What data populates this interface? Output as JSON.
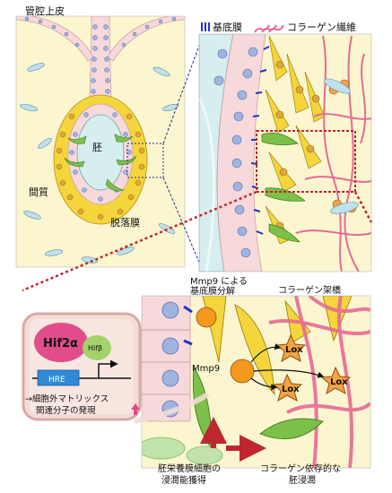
{
  "top_panel": {
    "label_lumen_epithelium": "管腔上皮",
    "label_embryo": "胚",
    "label_stroma": "間質",
    "label_decidua": "脱落膜"
  },
  "legend": {
    "basement_membrane": "基底膜",
    "collagen_fiber": "コラーゲン繊維"
  },
  "bottom_panel": {
    "label_mmp9_degradation_line1": "Mmp9 による",
    "label_mmp9_degradation_line2": "基底膜分解",
    "label_collagen_crosslink": "コラーゲン架橋",
    "label_mmp9": "Mmp9",
    "lox_labels": [
      "Lox",
      "Lox",
      "Lox"
    ],
    "label_trophoblast_line1": "胚栄養膜細胞の",
    "label_trophoblast_line2": "浸潤能獲得",
    "label_collagen_invasion_line1": "コラーゲン依存的な",
    "label_collagen_invasion_line2": "胚浸潤"
  },
  "inset": {
    "hif2a": "Hif2α",
    "hifb": "Hifβ",
    "hre": "HRE",
    "ecm_line1": "→細胞外マトリックス",
    "ecm_line2": "関連分子の発現"
  },
  "colors": {
    "stroma_bg": "#fbf6cf",
    "epithelium_pink": "#f7d9dc",
    "nucleus_blue": "#9fb4e0",
    "decidua_yellow": "#f4d63c",
    "trophoblast_green": "#7cc04a",
    "embryo_cyan": "#d6eef0",
    "collagen_pink": "#e86a95",
    "mmp9_orange": "#f39a1e",
    "lox_orange": "#f3a244",
    "hif2a_pink": "#e04d8a",
    "hifb_green": "#a3d26a",
    "hre_blue": "#2f8ad6",
    "basement_blue": "#2233cc",
    "arrow_red": "#c0262e"
  }
}
